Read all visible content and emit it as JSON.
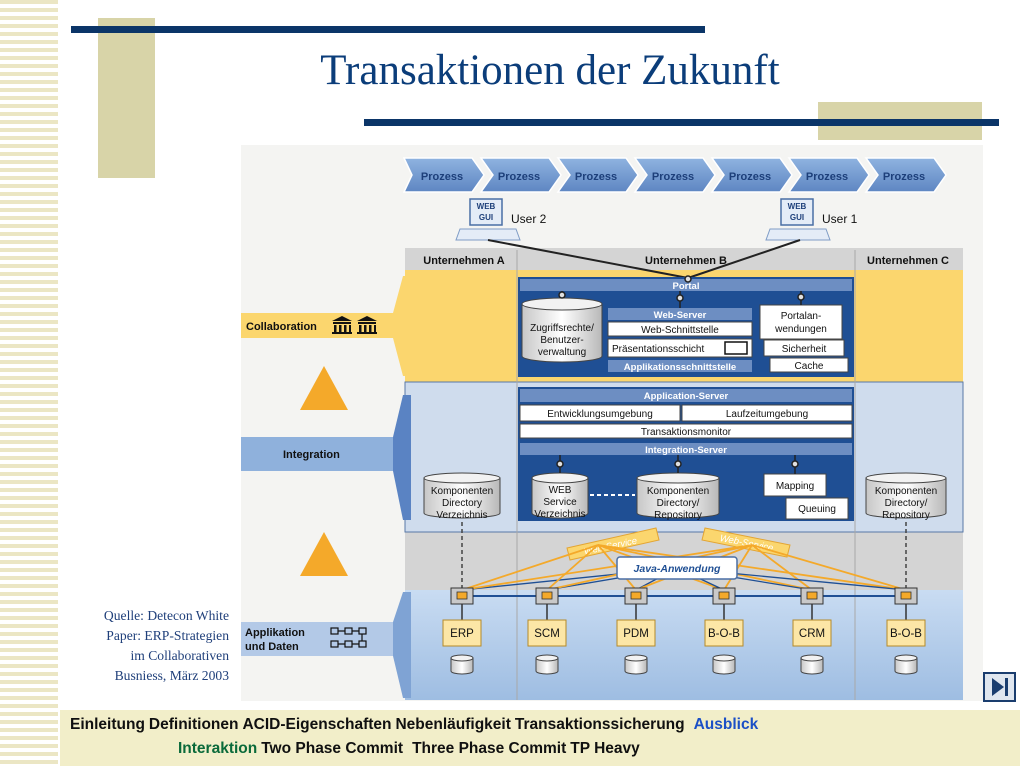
{
  "slide": {
    "title": "Transaktionen der Zukunft",
    "source_lines": [
      "Quelle: Detecon White",
      "Paper: ERP-Strategien",
      "im Collaborativen",
      "Busniess, März 2003"
    ]
  },
  "diagram": {
    "process_steps": [
      "Prozess",
      "Prozess",
      "Prozess",
      "Prozess",
      "Prozess",
      "Prozess",
      "Prozess"
    ],
    "web_gui_label": [
      "WEB",
      "GUI"
    ],
    "users": [
      "User 2",
      "User 1"
    ],
    "companies": [
      "Unternehmen A",
      "Unternehmen B",
      "Unternehmen C"
    ],
    "layers": {
      "collaboration": "Collaboration",
      "integration": "Integration",
      "applications": [
        "Applikation",
        "und Daten"
      ]
    },
    "portal": {
      "title": "Portal",
      "db_access": [
        "Zugriffsrechte/",
        "Benutzer-",
        "verwaltung"
      ],
      "web_server": "Web-Server",
      "web_interface": "Web-Schnittstelle",
      "presentation_layer": "Präsentationsschicht",
      "app_interface": "Applikationsschnittstelle",
      "portal_apps": [
        "Portalan-",
        "wendungen"
      ],
      "security": "Sicherheit",
      "cache": "Cache"
    },
    "app_server": {
      "title": "Application-Server",
      "dev_env": "Entwicklungsumgebung",
      "runtime_env": "Laufzeitumgebung",
      "tx_monitor": "Transaktionsmonitor",
      "integration_server": "Integration-Server"
    },
    "directories": {
      "left": [
        "Komponenten",
        "Directory",
        "Verzeichnis"
      ],
      "web_service": [
        "WEB",
        "Service",
        "Verzeichnis"
      ],
      "center": [
        "Komponenten",
        "Directory/",
        "Repository"
      ],
      "right": [
        "Komponenten",
        "Directory/",
        "Repository"
      ]
    },
    "mapping": "Mapping",
    "queuing": "Queuing",
    "web_service_label": "Web-Service",
    "java_app": "Java-Anwendung",
    "systems": [
      "ERP",
      "SCM",
      "PDM",
      "B-O-B",
      "CRM",
      "B-O-B"
    ]
  },
  "nav": {
    "row1": [
      {
        "label": "Einleitung",
        "highlight": false
      },
      {
        "label": "Definitionen",
        "highlight": false
      },
      {
        "label": "ACID-Eigenschaften",
        "highlight": false
      },
      {
        "label": "Nebenläufigkeit",
        "highlight": false
      },
      {
        "label": "Transaktionssicherung",
        "highlight": false
      },
      {
        "label": "Ausblick",
        "highlight": "blue"
      }
    ],
    "row2": [
      {
        "label": "Interaktion",
        "highlight": "green"
      },
      {
        "label": "Two Phase Commit",
        "highlight": false
      },
      {
        "label": "Three Phase Commit",
        "highlight": false
      },
      {
        "label": "TP Heavy",
        "highlight": false
      }
    ],
    "next_icon": "next-slide-icon"
  },
  "colors": {
    "title": "#0b3d7a",
    "rule": "#0b3568",
    "accent_block": "#d8d4a8",
    "collab_band": "#fbd66e",
    "dark_blue": "#1f4f94",
    "orange_arrow": "#f4a92a"
  }
}
